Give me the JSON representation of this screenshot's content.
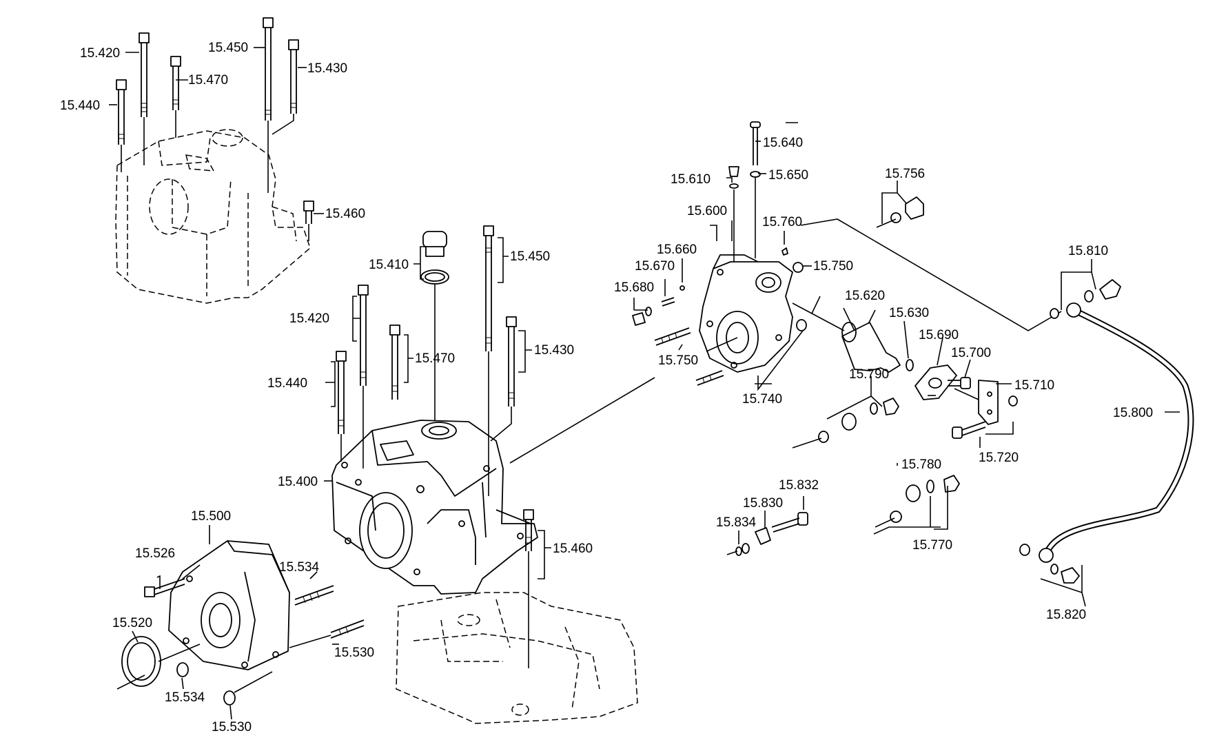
{
  "diagram": {
    "part_labels": {
      "p15_420_a": "15.420",
      "p15_440_a": "15.440",
      "p15_470_a": "15.470",
      "p15_450_a": "15.450",
      "p15_430_a": "15.430",
      "p15_460_a": "15.460",
      "p15_410": "15.410",
      "p15_450_b": "15.450",
      "p15_420_b": "15.420",
      "p15_470_b": "15.470",
      "p15_430_b": "15.430",
      "p15_440_b": "15.440",
      "p15_400": "15.400",
      "p15_460_b": "15.460",
      "p15_500": "15.500",
      "p15_526": "15.526",
      "p15_534_a": "15.534",
      "p15_520": "15.520",
      "p15_534_b": "15.534",
      "p15_530_a": "15.530",
      "p15_530_b": "15.530",
      "p15_640": "15.640",
      "p15_610": "15.610",
      "p15_650": "15.650",
      "p15_600": "15.600",
      "p15_760": "15.760",
      "p15_660": "15.660",
      "p15_670": "15.670",
      "p15_680": "15.680",
      "p15_750_a": "15.750",
      "p15_750_b": "15.750",
      "p15_740": "15.740",
      "p15_756": "15.756",
      "p15_620": "15.620",
      "p15_630": "15.630",
      "p15_690": "15.690",
      "p15_700": "15.700",
      "p15_710": "15.710",
      "p15_720": "15.720",
      "p15_790": "15.790",
      "p15_780": "15.780",
      "p15_770": "15.770",
      "p15_832": "15.832",
      "p15_830": "15.830",
      "p15_834": "15.834",
      "p15_810": "15.810",
      "p15_800": "15.800",
      "p15_820": "15.820"
    }
  }
}
